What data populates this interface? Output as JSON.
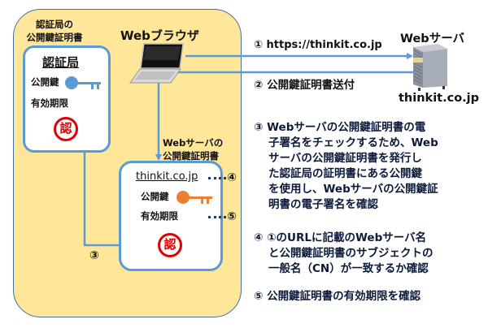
{
  "colors": {
    "panel_fill": "#ffe699",
    "panel_border": "#41719c",
    "line_blue": "#5b9bd5",
    "ca_key": "#5b9bd5",
    "server_key": "#ed7d31",
    "stamp_red": "#e00000",
    "note_text": "#0c1a3a"
  },
  "ca_certificate": {
    "caption_line1": "認証局の",
    "caption_line2": "公開鍵証明書",
    "title": "認証局",
    "public_key_label": "公開鍵",
    "validity_label": "有効期限",
    "stamp": "認",
    "key_icon": "key-icon"
  },
  "browser": {
    "label": "Webブラウザ",
    "icon": "laptop-icon"
  },
  "server": {
    "label": "Webサーバ",
    "domain": "thinkit.co.jp",
    "icon": "server-tower-icon"
  },
  "arrows": {
    "step1": "① https://thinkit.co.jp",
    "step2": "② 公開鍵証明書送付",
    "step3_marker": "③"
  },
  "server_certificate": {
    "caption_line1": "Webサーバの",
    "caption_line2": "公開鍵証明書",
    "domain": "thinkit.co.jp",
    "public_key_label": "公開鍵",
    "validity_label": "有効期限",
    "stamp": "認",
    "marker4": "④",
    "marker5": "⑤"
  },
  "notes": {
    "note3": {
      "head": "③ Webサーバの公開鍵証明書の電",
      "lines": [
        "子署名をチェックするため、Web",
        "サーバの公開鍵証明書を発行し",
        "た認証局の証明書にある公開鍵",
        "を使用し、Webサーバの公開鍵証",
        "明書の電子署名を確認"
      ]
    },
    "note4": {
      "head": "④ ①のURLに記載のWebサーバ名",
      "lines": [
        "と公開鍵証明書のサブジェクトの",
        "一般名（CN）が一致するか確認"
      ]
    },
    "note5": {
      "head": "⑤ 公開鍵証明書の有効期限を確認"
    }
  }
}
